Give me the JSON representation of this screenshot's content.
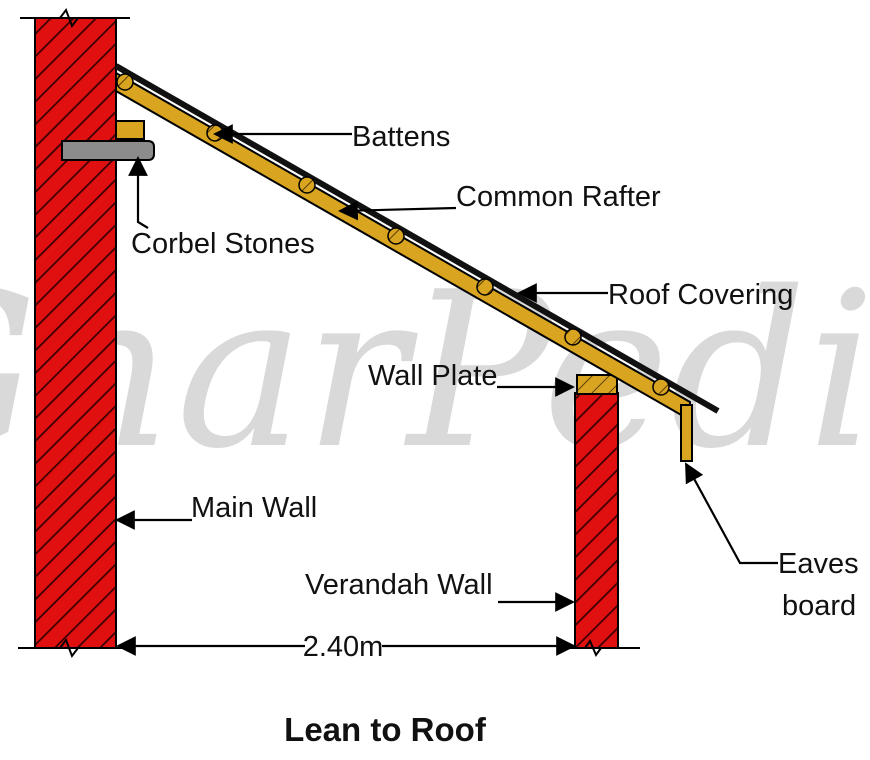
{
  "watermark": "GharPedia",
  "title": "Lean to Roof",
  "labels": {
    "battens": "Battens",
    "common_rafter": "Common Rafter",
    "corbel_stones": "Corbel Stones",
    "roof_covering": "Roof Covering",
    "wall_plate": "Wall Plate",
    "main_wall": "Main Wall",
    "verandah_wall": "Verandah Wall",
    "eaves_line1": "Eaves",
    "eaves_line2": "board",
    "dimension": "2.40m"
  },
  "colors": {
    "brick": "#e01010",
    "hatch": "#3a0000",
    "timber": "#d9a520",
    "timber_edge": "#5a3c00",
    "stone": "#8c8c8c",
    "covering": "#111111"
  }
}
